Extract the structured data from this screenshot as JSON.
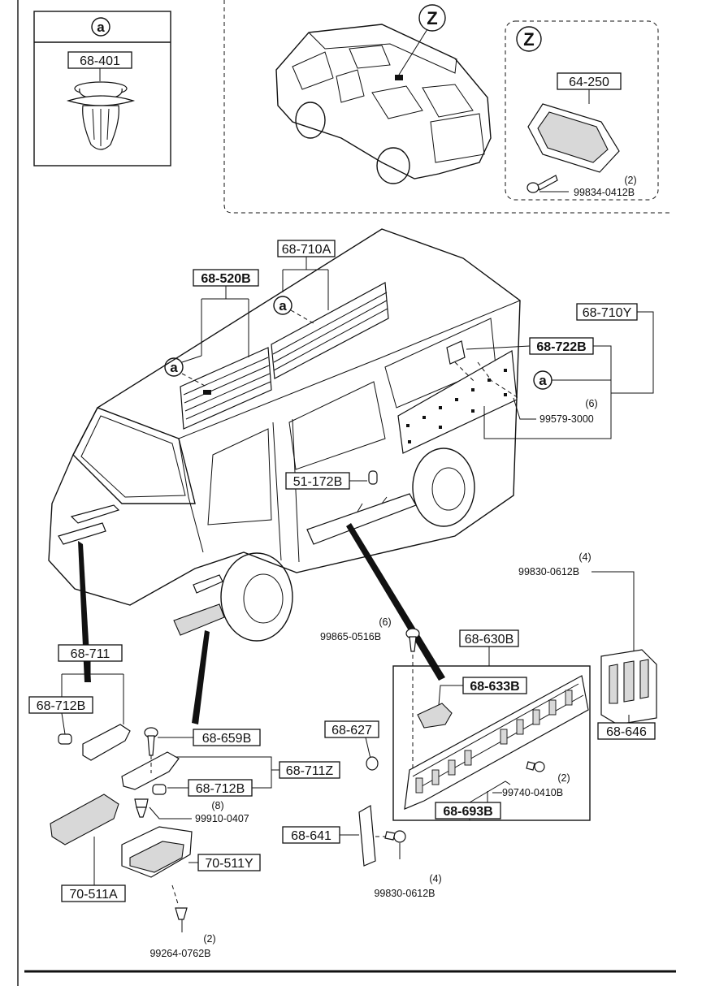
{
  "detail_a": {
    "symbol": "a",
    "part": "68-401"
  },
  "detail_z": {
    "symbol": "Z",
    "inset_symbol": "Z",
    "part": "64-250",
    "screw": "99834-0412B",
    "screw_qty": "(2)"
  },
  "main_labels": {
    "p68_710A": "68-710A",
    "p68_520B": "68-520B",
    "p68_710Y": "68-710Y",
    "p68_722B": "68-722B",
    "p99579": "99579-3000",
    "q99579": "(6)",
    "p51_172B": "51-172B",
    "a1": "a",
    "a2": "a",
    "a3": "a"
  },
  "front_parts": {
    "p68_711": "68-711",
    "p68_712B_1": "68-712B",
    "p68_659B": "68-659B",
    "p68_711Z": "68-711Z",
    "p68_712B_2": "68-712B",
    "p99910": "99910-0407",
    "q99910": "(8)",
    "p70_511Y": "70-511Y",
    "p70_511A": "70-511A",
    "p99264": "99264-0762B",
    "q99264": "(2)"
  },
  "rear_parts": {
    "p99830_top": "99830-0612B",
    "q99830_top": "(4)",
    "p99865": "99865-0516B",
    "q99865": "(6)",
    "p68_630B": "68-630B",
    "p68_633B": "68-633B",
    "p68_646": "68-646",
    "p68_627": "68-627",
    "p99740": "99740-0410B",
    "q99740": "(2)",
    "p68_693B": "68-693B",
    "p68_641": "68-641",
    "p99830_bot": "99830-0612B",
    "q99830_bot": "(4)"
  }
}
